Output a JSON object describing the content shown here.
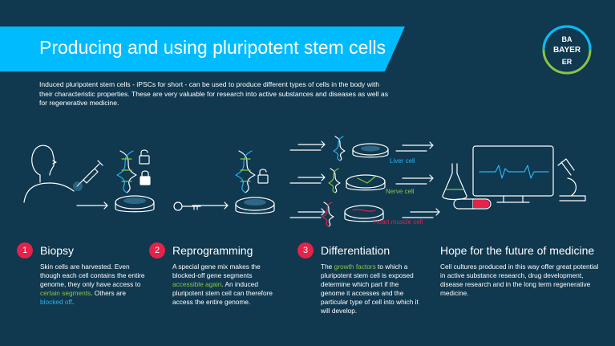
{
  "brand": {
    "logo_top": "BA",
    "logo_mid": "BAYER",
    "logo_bot": "ER",
    "accent": "#00bcff",
    "green": "#8cc63f",
    "blue": "#28b4f0",
    "red": "#e3234a"
  },
  "title": "Producing and using pluripotent stem cells",
  "intro": "Induced pluripotent stem cells - iPSCs for short - can be used to produce different types of cells in the body with their characteristic properties. These are very valuable for research into active substances and diseases as well as for regenerative medicine.",
  "cell_labels": {
    "liver": "Liver cell",
    "nerve": "Nerve cell",
    "heart": "Heart muscle cell"
  },
  "sections": [
    {
      "number": "1",
      "title": "Biopsy",
      "text_parts": [
        "Skin cells are harvested. Even though each cell contains the entire genome, they only have access to ",
        "certain segments",
        ". Others are ",
        "blocked off",
        "."
      ]
    },
    {
      "number": "2",
      "title": "Reprogramming",
      "text_parts": [
        "A special gene mix makes the blocked-off gene segments ",
        "accessible again",
        ". An induced pluripotent stem cell can therefore access the entire genome."
      ]
    },
    {
      "number": "3",
      "title": "Differentiation",
      "text_parts": [
        "The ",
        "growth factors",
        " to which a pluripotent stem cell is exposed determine which part if the genome it accesses and the particular type of cell into which it will develop."
      ]
    },
    {
      "title": "Hope for the future of medicine",
      "text": "Cell cultures produced in this way offer great potential in active substance research, drug development, disease research and in the long term regenerative medicine."
    }
  ]
}
